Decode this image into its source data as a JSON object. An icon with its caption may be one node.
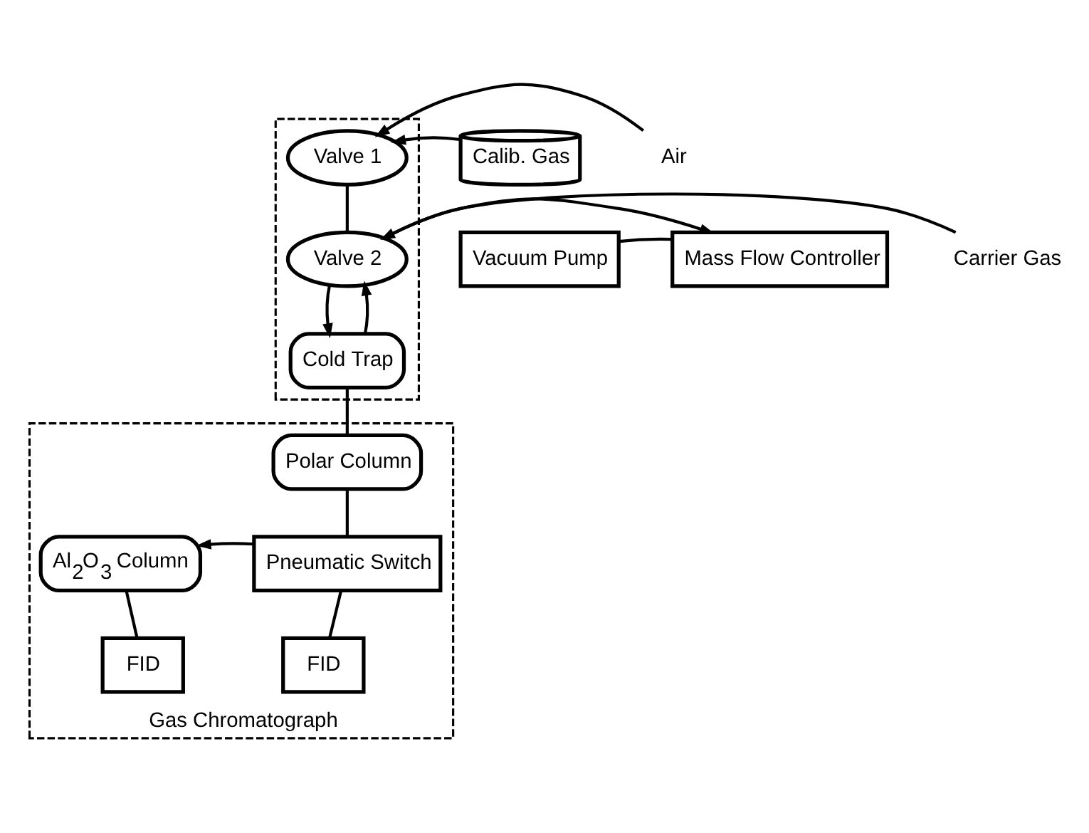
{
  "diagram": {
    "nodes": [
      {
        "text": [],
        "shape": "box"
      },
      {
        "text": [
          "Calib. Gas"
        ]
      },
      {
        "text": [
          "Valve 1"
        ],
        "in": 0
      },
      {
        "text": [
          "Air"
        ]
      },
      {
        "text": [
          "Vacuum Pump"
        ]
      },
      {
        "text": [
          "Mass Flow Controller"
        ]
      },
      {
        "text": [
          "Valve 2"
        ],
        "in": 0
      },
      {
        "text": [
          "Carrier Gas"
        ]
      },
      {
        "text": [
          "Cold Trap"
        ],
        "in": 0
      },
      {
        "text": [
          "Gas Chromatograph"
        ]
      },
      {
        "text": [
          "Polar Column"
        ],
        "in": 9
      },
      {
        "text": [
          "Al$_{2}$O$_{3}$ Column"
        ],
        "in": 9
      },
      {
        "text": [
          "Pneumatic Switch"
        ],
        "in": 9
      },
      {
        "text": [
          "FID"
        ],
        "in": 9
      },
      {
        "text": [
          "FID"
        ],
        "in": 9
      }
    ],
    "edges": [
      {
        "from": 1,
        "to": 2,
        "arrow": "to"
      },
      {
        "from": 3,
        "to": 2,
        "arrow": "to"
      },
      {
        "from": 2,
        "to": 6,
        "arrow": "none"
      },
      {
        "from": 4,
        "to": 5,
        "arrow": "none"
      },
      {
        "from": 6,
        "to": 5,
        "arrow": "to"
      },
      {
        "from": 7,
        "to": 6,
        "arrow": "to"
      },
      {
        "from": 8,
        "to": 6,
        "arrow": "to"
      },
      {
        "from": 6,
        "to": 8,
        "arrow": "to"
      },
      {
        "from": 8,
        "to": 10,
        "arrow": "none"
      },
      {
        "from": 10,
        "to": 12,
        "arrow": "none"
      },
      {
        "from": 12,
        "to": 11,
        "arrow": "to"
      },
      {
        "from": 11,
        "to": 13,
        "arrow": "none"
      },
      {
        "from": 12,
        "to": 14,
        "arrow": "none"
      }
    ]
  }
}
